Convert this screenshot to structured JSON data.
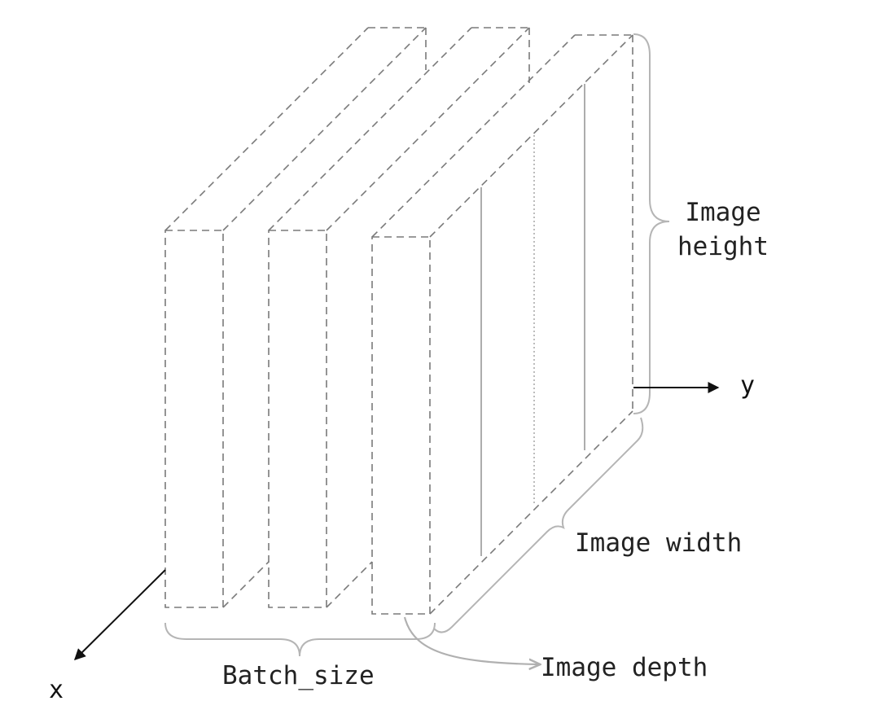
{
  "labels": {
    "image_height_line1": "Image",
    "image_height_line2": "height",
    "image_width": "Image width",
    "image_depth": "Image depth",
    "batch_size": "Batch_size",
    "axis_y": "y",
    "axis_x": "x"
  },
  "colors": {
    "dashed_outline": "#7a7a7a",
    "brace": "#b5b5b5",
    "axis": "#111111",
    "text": "#222222"
  }
}
